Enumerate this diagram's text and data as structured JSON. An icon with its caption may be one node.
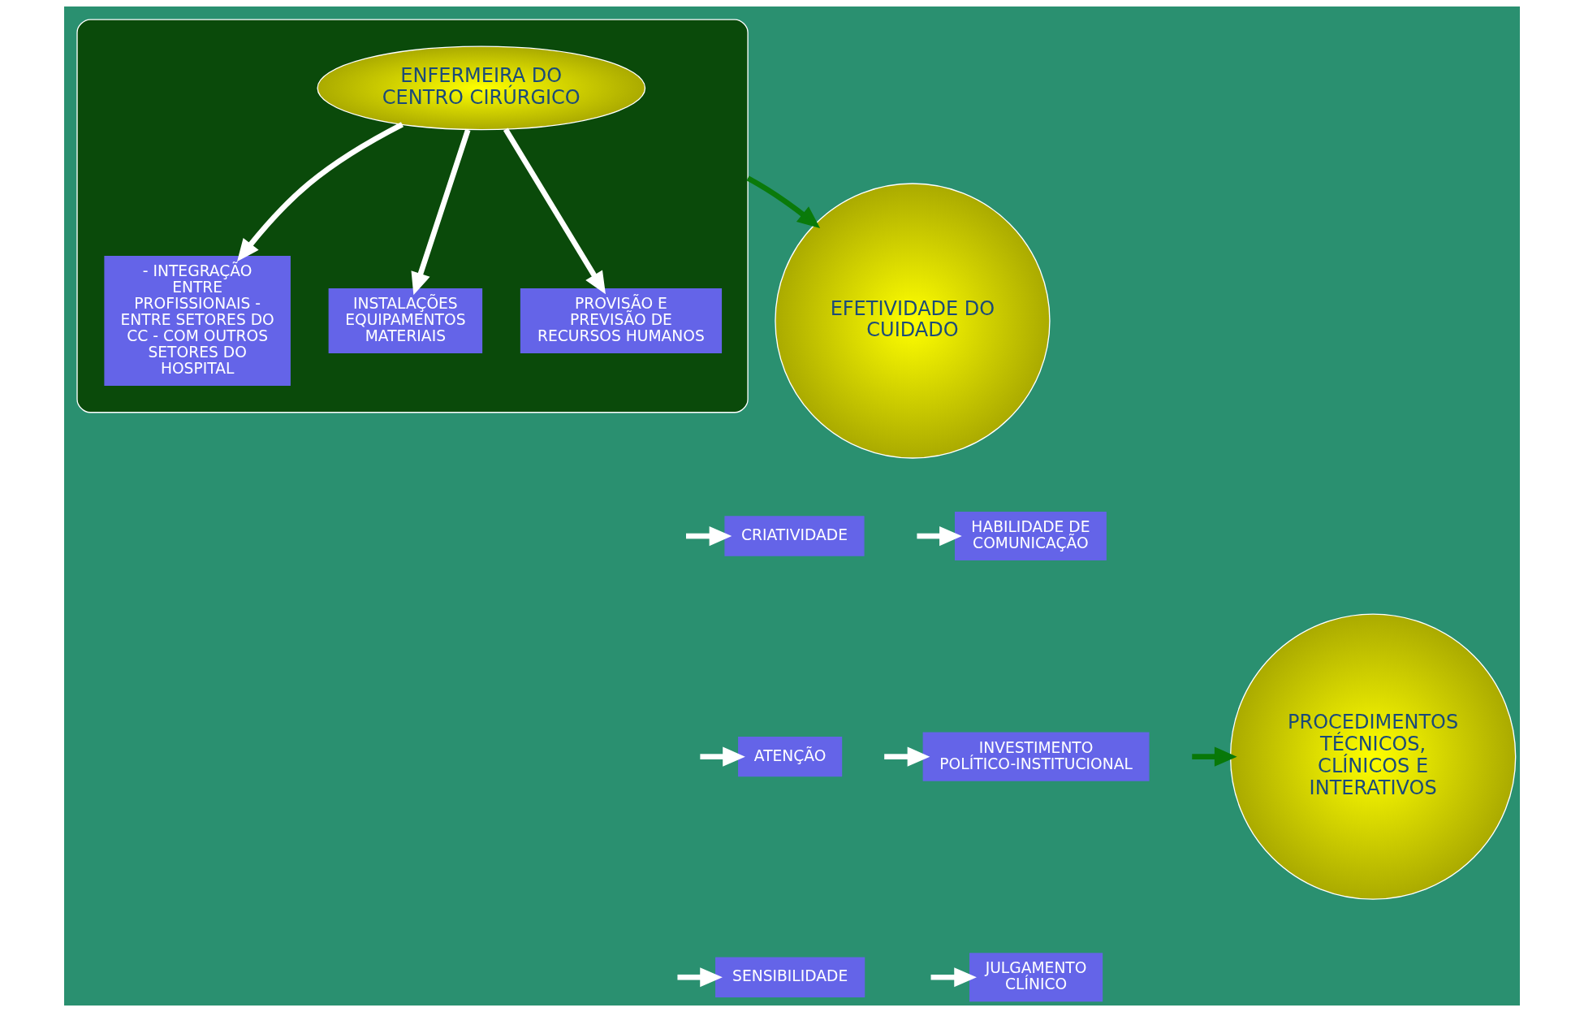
{
  "diagram": {
    "nodes": [
      {
        "text": [],
        "shape": "box"
      },
      {
        "text": [
          "ENFERMEIRA DO CENTRO CIRÚRGICO"
        ],
        "in": 0
      },
      {
        "text": [
          "- INTEGRAÇÃO ENTRE PROFISSIONAIS - ENTRE SETORES DO CC - COM OUTROS SETORES DO HOSPITAL"
        ],
        "in": 0
      },
      {
        "text": [
          "INSTALAÇÕES EQUIPAMENTOS MATERIAIS"
        ],
        "in": 0
      },
      {
        "text": [
          "PROVISÃO E PREVISÃO DE RECURSOS HUMANOS"
        ],
        "in": 0
      },
      {
        "text": [
          "EFETIVIDADE DO CUIDADO"
        ]
      },
      {
        "text": [
          "CRIATIVIDADE"
        ]
      },
      {
        "text": [
          "ATENÇÃO"
        ]
      },
      {
        "text": [
          "SENSIBILIDADE"
        ]
      },
      {
        "text": [
          "HABILIDADE DE COMUNICAÇÃO"
        ]
      },
      {
        "text": [
          "INVESTIMENTO POLÍTICO-INSTITUCIONAL"
        ]
      },
      {
        "text": [
          "JULGAMENTO CLÍNICO"
        ]
      },
      {
        "text": [
          "PROCEDIMENTOS TÉCNICOS, CLÍNICOS E INTERATIVOS"
        ]
      }
    ],
    "edges": [
      {
        "from": 1,
        "to": 2,
        "arrow": "to"
      },
      {
        "from": 1,
        "to": 3,
        "arrow": "to"
      },
      {
        "from": 1,
        "to": 4,
        "arrow": "to"
      },
      {
        "from": 0,
        "to": 5,
        "arrow": "to",
        "color": "#0a7a0a"
      },
      {
        "from": null,
        "to": 6,
        "arrow": "to"
      },
      {
        "from": null,
        "to": 7,
        "arrow": "to"
      },
      {
        "from": null,
        "to": 8,
        "arrow": "to"
      },
      {
        "from": null,
        "to": 9,
        "arrow": "to"
      },
      {
        "from": null,
        "to": 10,
        "arrow": "to"
      },
      {
        "from": null,
        "to": 11,
        "arrow": "to"
      },
      {
        "from": null,
        "to": 12,
        "arrow": "to",
        "color": "#087808"
      }
    ]
  }
}
